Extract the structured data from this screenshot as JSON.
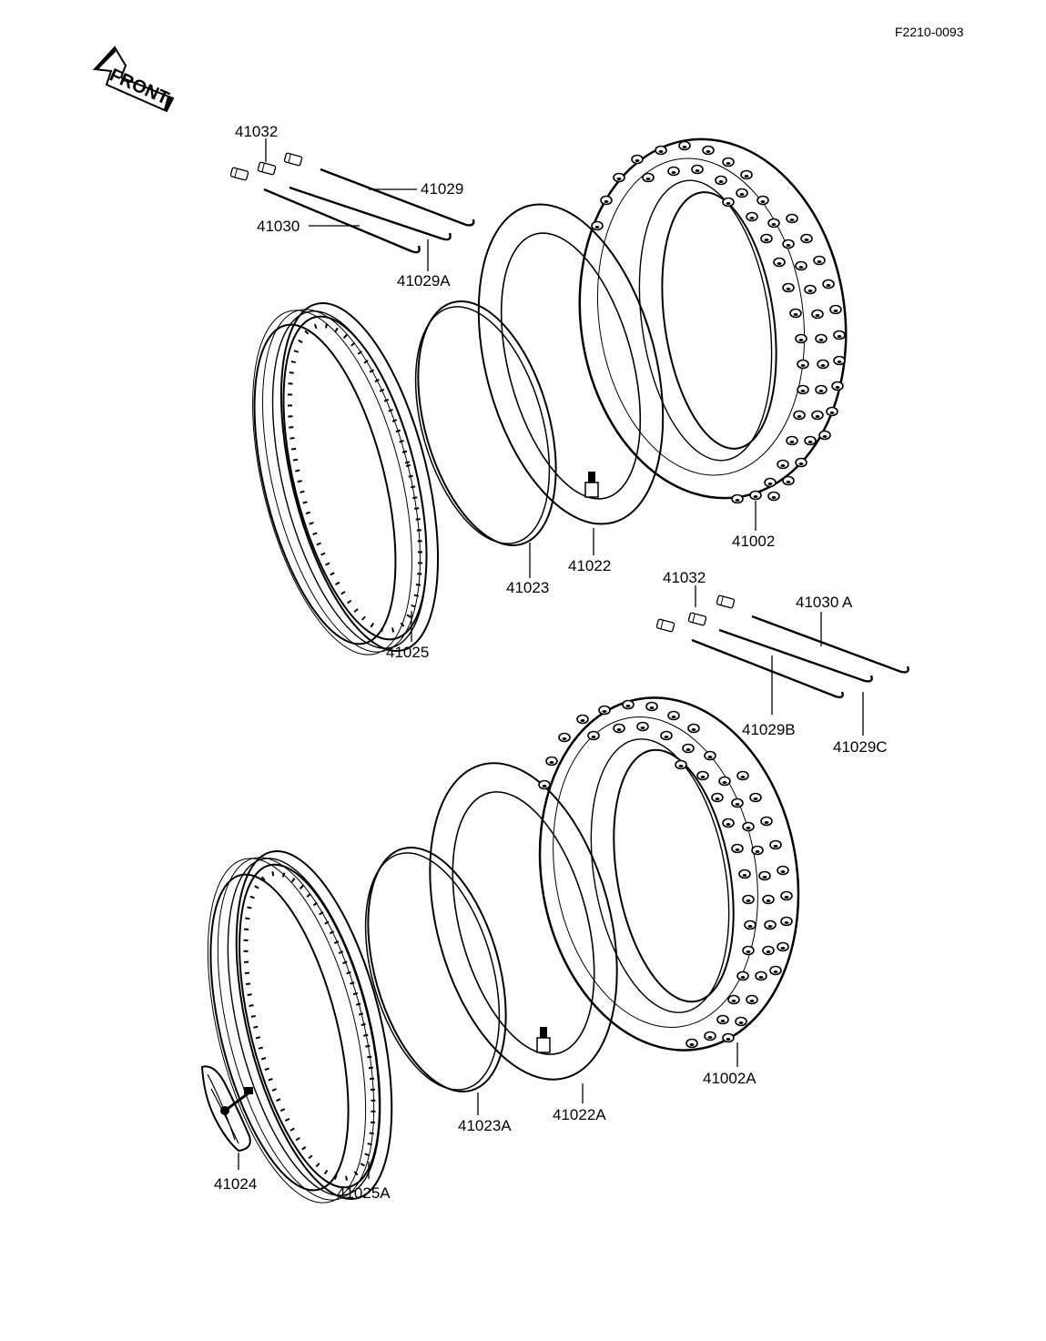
{
  "drawing_code": "F2210-0093",
  "front_arrow": {
    "label": "FRONT",
    "icon": "front-direction-arrow-icon"
  },
  "front_wheel": {
    "spoke_nipple": "41032",
    "spoke_a": "41029",
    "spoke_b": "41030",
    "spoke_c": "41029A",
    "rim": "41025",
    "rim_band": "41023",
    "tube": "41022",
    "tire": "41002"
  },
  "rear_wheel": {
    "spoke_nipple": "41032",
    "spoke_a": "41030 A",
    "spoke_b": "41029B",
    "spoke_c": "41029C",
    "rim": "41025A",
    "rim_band": "41023A",
    "tube": "41022A",
    "tire": "41002A",
    "rim_lock": "41024"
  }
}
